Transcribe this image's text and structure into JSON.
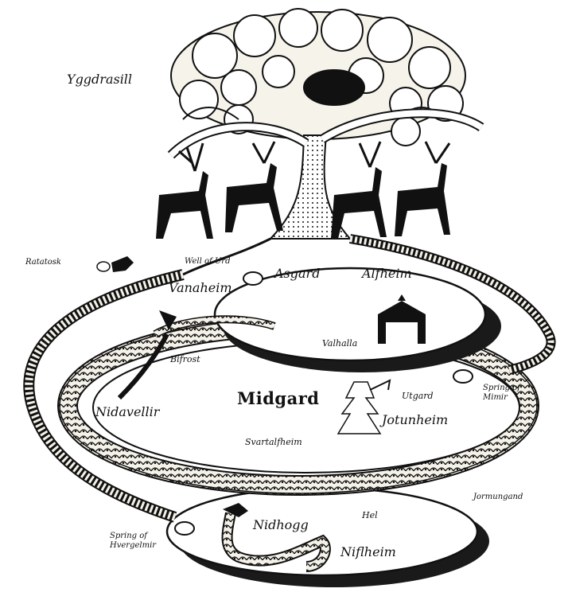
{
  "labels": {
    "yggdrasill": "Yggdrasill",
    "ratatosk": "Ratatosk",
    "well_of_urd": "Well of Urd",
    "asgard": "Asgard",
    "alfheim": "Alfheim",
    "vanaheim": "Vanaheim",
    "valhalla": "Valhalla",
    "bifrost": "Bifrost",
    "midgard": "Midgard",
    "utgard": "Utgard",
    "jotunheim": "Jotunheim",
    "nidavellir": "Nidavellir",
    "svartalfheim": "Svartalfheim",
    "spring_of_mimir": "Spring of Mimir",
    "jormungand": "Jormungand",
    "nidhogg": "Nidhogg",
    "hel": "Hel",
    "niflheim": "Niflheim",
    "spring_of_hvergelmir": "Spring of Hvergelmir"
  },
  "colors": {
    "ink": "#111111",
    "paper": "#ffffff",
    "shade": "#d8d3c4"
  }
}
